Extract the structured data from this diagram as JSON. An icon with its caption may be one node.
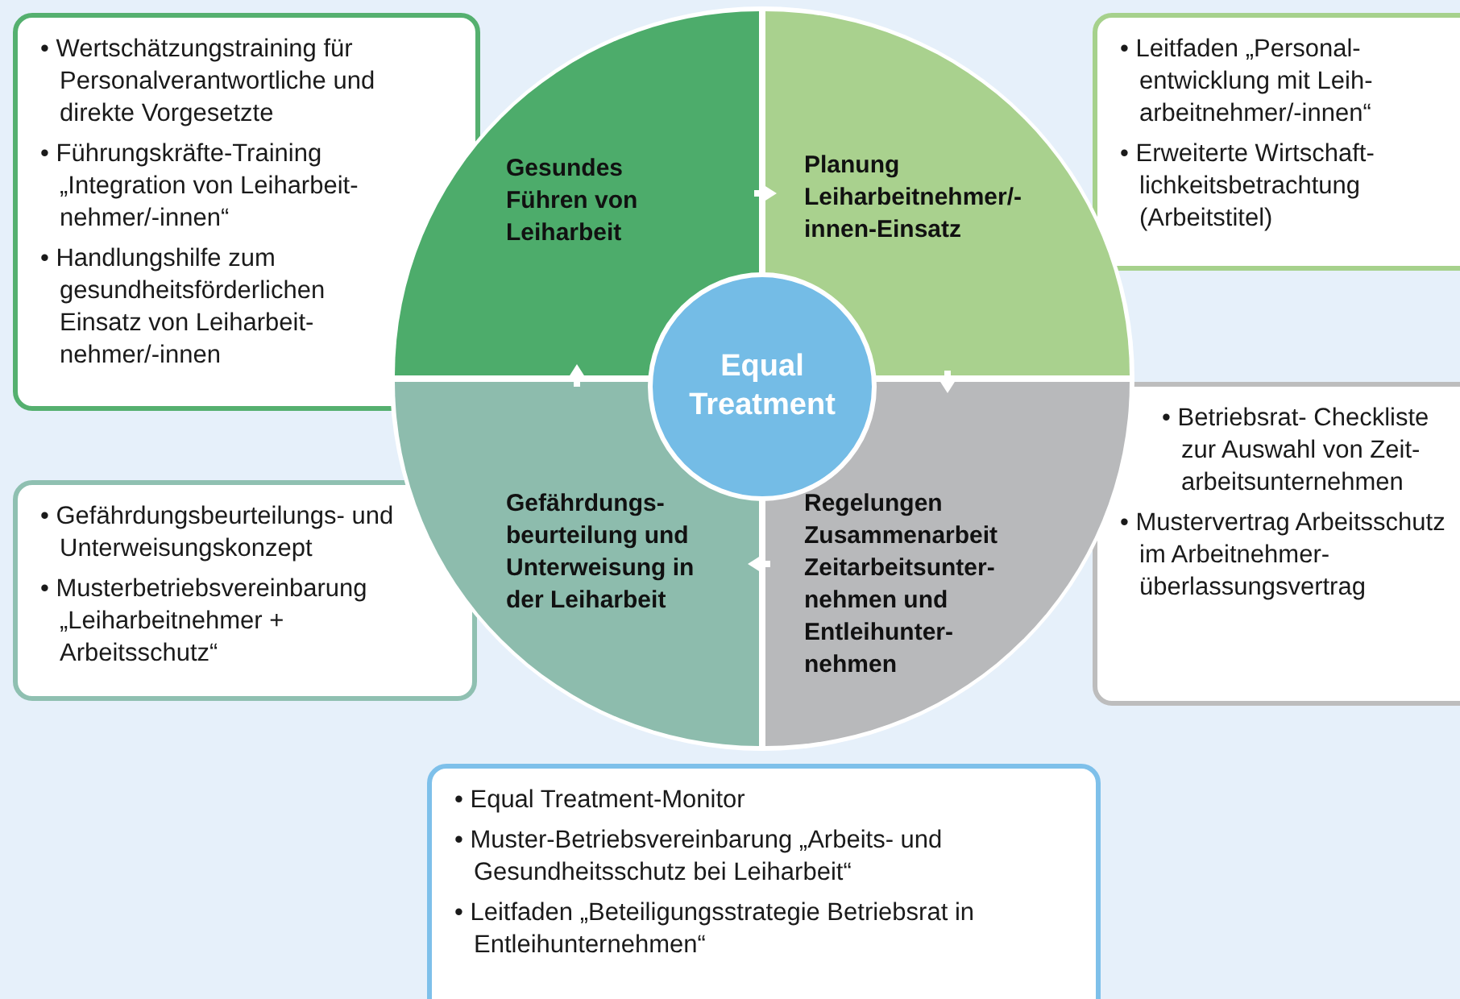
{
  "diagram": {
    "nodes": [
      {
        "text": [
          "• Wertschätzungstraining für Personalverantwortliche und direkte Vorgesetzte",
          "• Führungskräfte-Training „Integration von Leiharbeit- nehmer/-innen“",
          "• Handlungshilfe zum gesundheitsförderlichen Einsatz von Leiharbeit- nehmer/-innen"
        ]
      },
      {
        "text": [
          "Gesundes Führen von Leiharbeit"
        ]
      },
      {
        "text": [
          "Planung Leiharbeitnehmer/- innen-Einsatz"
        ]
      },
      {
        "text": [
          "• Leitfaden „Personal- entwicklung mit Leih- arbeitnehmer/-innen“",
          "• Erweiterte Wirtschaft- lichkeitsbetrachtung (Arbeitstitel)"
        ]
      },
      {
        "text": [
          "Equal Treatment"
        ]
      },
      {
        "text": [
          "• Betriebsrat- Checkliste zur Auswahl von Zeit- arbeitsunternehmen",
          "• Mustervertrag Arbeitsschutz im Arbeitnehmer- überlassungsvertrag"
        ]
      },
      {
        "text": [
          "• Gefährdungsbeurteilungs- und Unterweisungskonzept",
          "• Musterbetriebsvereinbarung „Leiharbeitnehmer + Arbeitsschutz“"
        ]
      },
      {
        "text": [
          "Gefährdungs- beurteilung und Unterweisung in der Leiharbeit"
        ]
      },
      {
        "text": [
          "Regelungen Zusammenarbeit Zeitarbeitsunter- nehmen und Entleihunter- nehmen"
        ]
      },
      {
        "text": [
          "• Equal Treatment-Monitor",
          "• Muster-Betriebsvereinbarung „Arbeits- und Gesundheitsschutz bei Leiharbeit“",
          "• Leitfaden „Beteiligungsstrategie Betriebsrat in Entleihunternehmen“"
        ]
      }
    ],
    "edges": [
      {
        "from": 1,
        "to": 2,
        "arrow": "to"
      },
      {
        "from": 2,
        "to": 8,
        "arrow": "to"
      },
      {
        "from": 8,
        "to": 7,
        "arrow": "to"
      },
      {
        "from": 7,
        "to": 1,
        "arrow": "to"
      }
    ]
  }
}
